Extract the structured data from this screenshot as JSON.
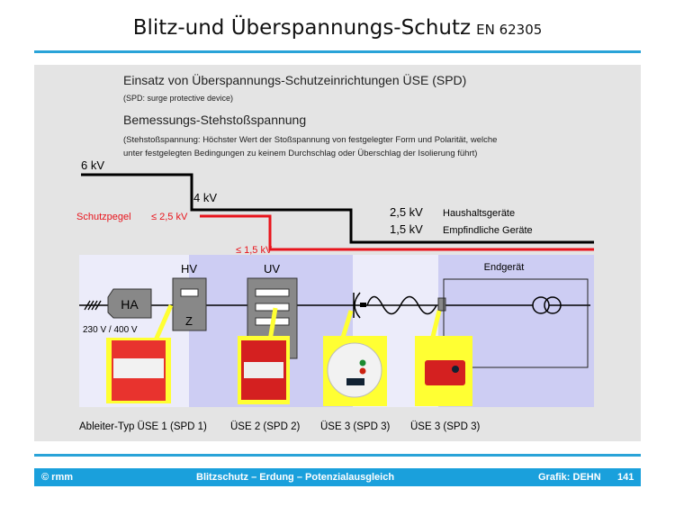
{
  "title": {
    "main": "Blitz-und Überspannungs-Schutz",
    "standard": "EN 62305"
  },
  "heading1": "Einsatz von Überspannungs-Schutzeinrichtungen ÜSE (SPD)",
  "heading1_note": "(SPD: surge protective device)",
  "heading2": "Bemessungs-Stehstoßspannung",
  "heading2_note_line1": "(Stehstoßspannung: Höchster Wert der Stoßspannung von festgelegter Form und Polarität, welche",
  "heading2_note_line2": "unter festgelegten Bedingungen zu keinem Durchschlag oder Überschlag der Isolierung führt)",
  "levels": {
    "l6": "6 kV",
    "l4": "4 kV",
    "l25": "2,5 kV",
    "l25_desc": "Haushaltsgeräte",
    "l15": "1,5 kV",
    "l15_desc": "Empfindliche Geräte",
    "schutzpegel": "Schutzpegel",
    "sp25": "≤ 2,5 kV",
    "sp15": "≤ 1,5 kV"
  },
  "diagram": {
    "ha": "HA",
    "hv": "HV",
    "z": "Z",
    "uv": "UV",
    "endgeraet": "Endgerät",
    "voltage": "230 V / 400 V"
  },
  "spd_labels": [
    "Ableiter-Typ ÜSE 1 (SPD 1)",
    "ÜSE 2 (SPD 2)",
    "ÜSE 3 (SPD 3)",
    "ÜSE 3 (SPD 3)"
  ],
  "colors": {
    "accent": "#1aa0dc",
    "red": "#e8141c",
    "yellow": "#ffff33"
  },
  "footer": {
    "left": "© rmm",
    "center": "Blitzschutz – Erdung – Potenzialausgleich",
    "right": "Grafik: DEHN",
    "page": "141"
  }
}
